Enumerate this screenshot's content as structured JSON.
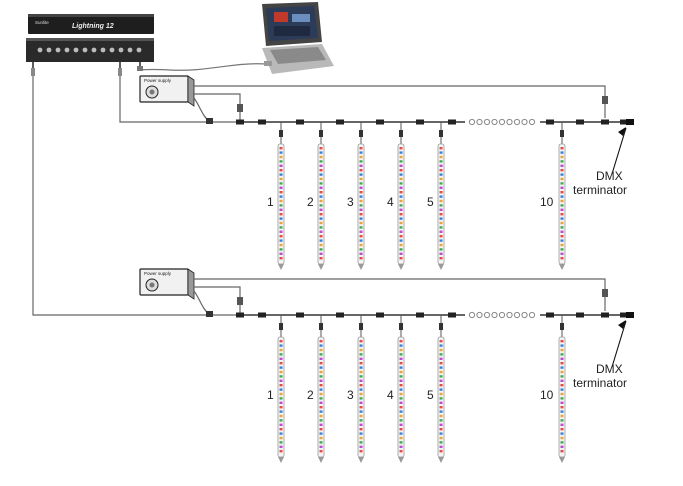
{
  "controller": {
    "brand": "Sunlite",
    "model": "Lightning 12"
  },
  "power_supply_label": "Power supply",
  "tube_labels": [
    "1",
    "2",
    "3",
    "4",
    "5",
    "10"
  ],
  "terminator": {
    "line1": "DMX",
    "line2": "terminator"
  },
  "led_colors": [
    "#e84a4a",
    "#3b82d6",
    "#e8a53a",
    "#44aa55",
    "#c04ad0"
  ]
}
